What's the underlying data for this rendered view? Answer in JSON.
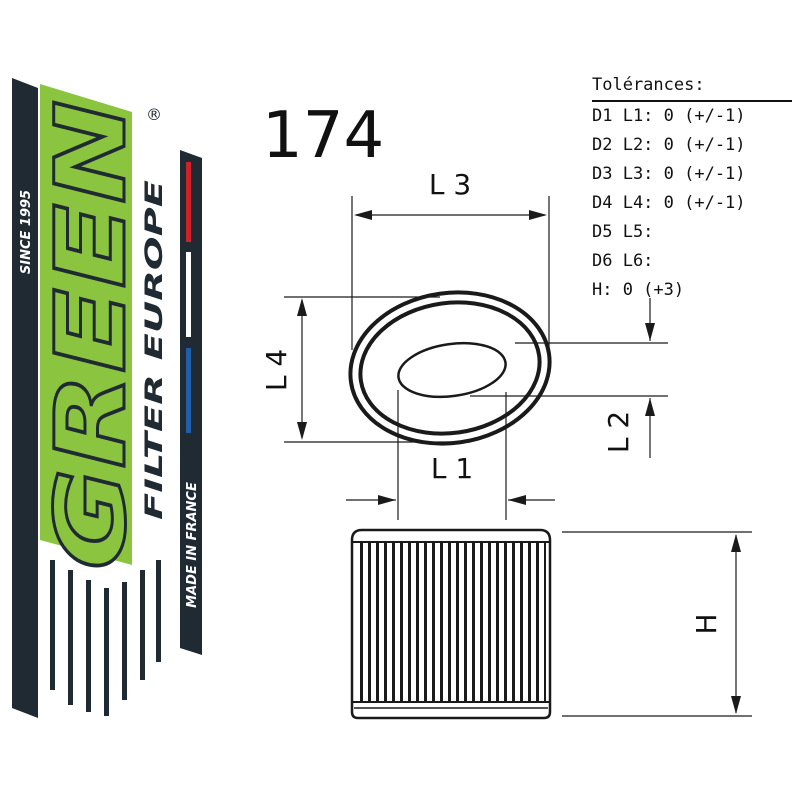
{
  "logo": {
    "brand": "GREEN",
    "subtitle": "FILTER EUROPE",
    "since": "SINCE 1995",
    "made_in": "MADE IN FRANCE",
    "registered": "®",
    "colors": {
      "green": "#8bc53f",
      "dark": "#1f2a33",
      "red": "#d0202a",
      "blue": "#1f5ea8"
    }
  },
  "part_number": "174",
  "tolerances": {
    "title": "Tolérances:",
    "lines": [
      "D1 L1: 0 (+/-1)",
      "D2 L2: 0 (+/-1)",
      "D3 L3: 0 (+/-1)",
      "D4 L4: 0 (+/-1)",
      "D5 L5:",
      "D6 L6:",
      "H: 0 (+3)"
    ]
  },
  "dimensions": {
    "L1": "L 1",
    "L2": "L 2",
    "L3": "L 3",
    "L4": "L 4",
    "H": "H"
  }
}
